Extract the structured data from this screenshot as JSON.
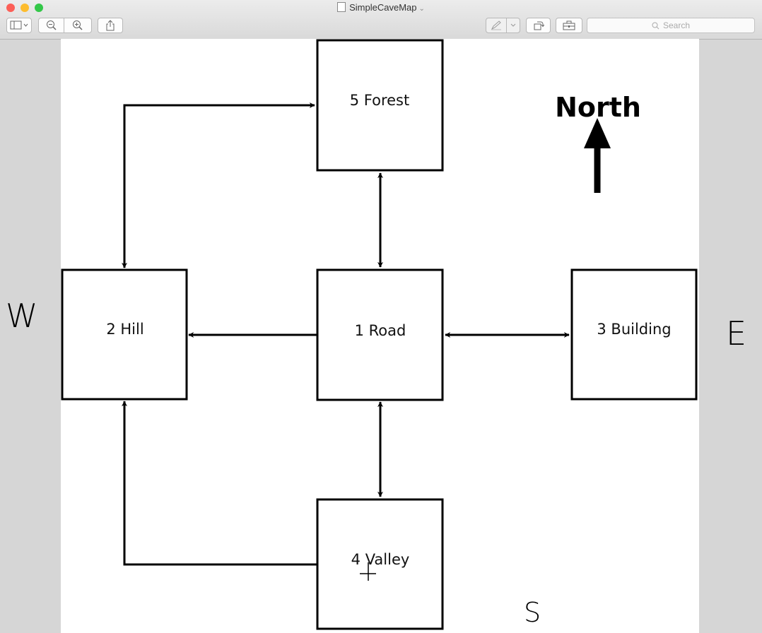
{
  "window": {
    "title": "SimpleCaveMap",
    "traffic_lights": {
      "close": "#fc5f57",
      "minimize": "#fdbc2e",
      "zoom": "#33c748"
    }
  },
  "toolbar": {
    "sidebar_icon": "sidebar-toggle-icon",
    "zoom_out_icon": "zoom-out-icon",
    "zoom_in_icon": "zoom-in-icon",
    "share_icon": "share-icon",
    "markup_icon": "pen-icon",
    "rotate_icon": "rotate-icon",
    "toolbox_icon": "toolbox-icon",
    "search_placeholder": "Search"
  },
  "map": {
    "rooms": {
      "forest": "5 Forest",
      "hill": "2 Hill",
      "road": "1 Road",
      "building": "3 Building",
      "valley": "4 Valley"
    },
    "north_label": "North"
  },
  "compass": {
    "west": "W",
    "east": "E",
    "south": "S"
  }
}
